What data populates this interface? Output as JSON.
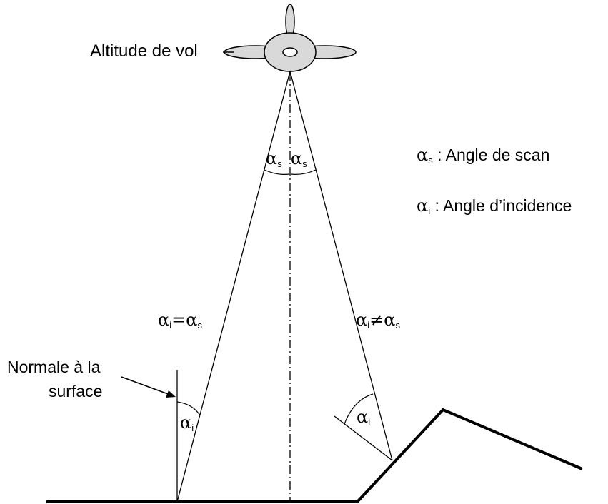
{
  "labels": {
    "altitude": "Altitude de vol",
    "normal_line1": "Normale à la",
    "normal_line2": "surface"
  },
  "symbols": {
    "alpha": "α",
    "scan_sub": "s",
    "incidence_sub": "i",
    "equals": "=",
    "not_equals": "≠"
  },
  "legend": {
    "scan_text": " : Angle de scan",
    "incidence_text": " : Angle d’incidence"
  },
  "colors": {
    "stroke": "#000000",
    "aircraft_fill": "#d9d9d9"
  }
}
